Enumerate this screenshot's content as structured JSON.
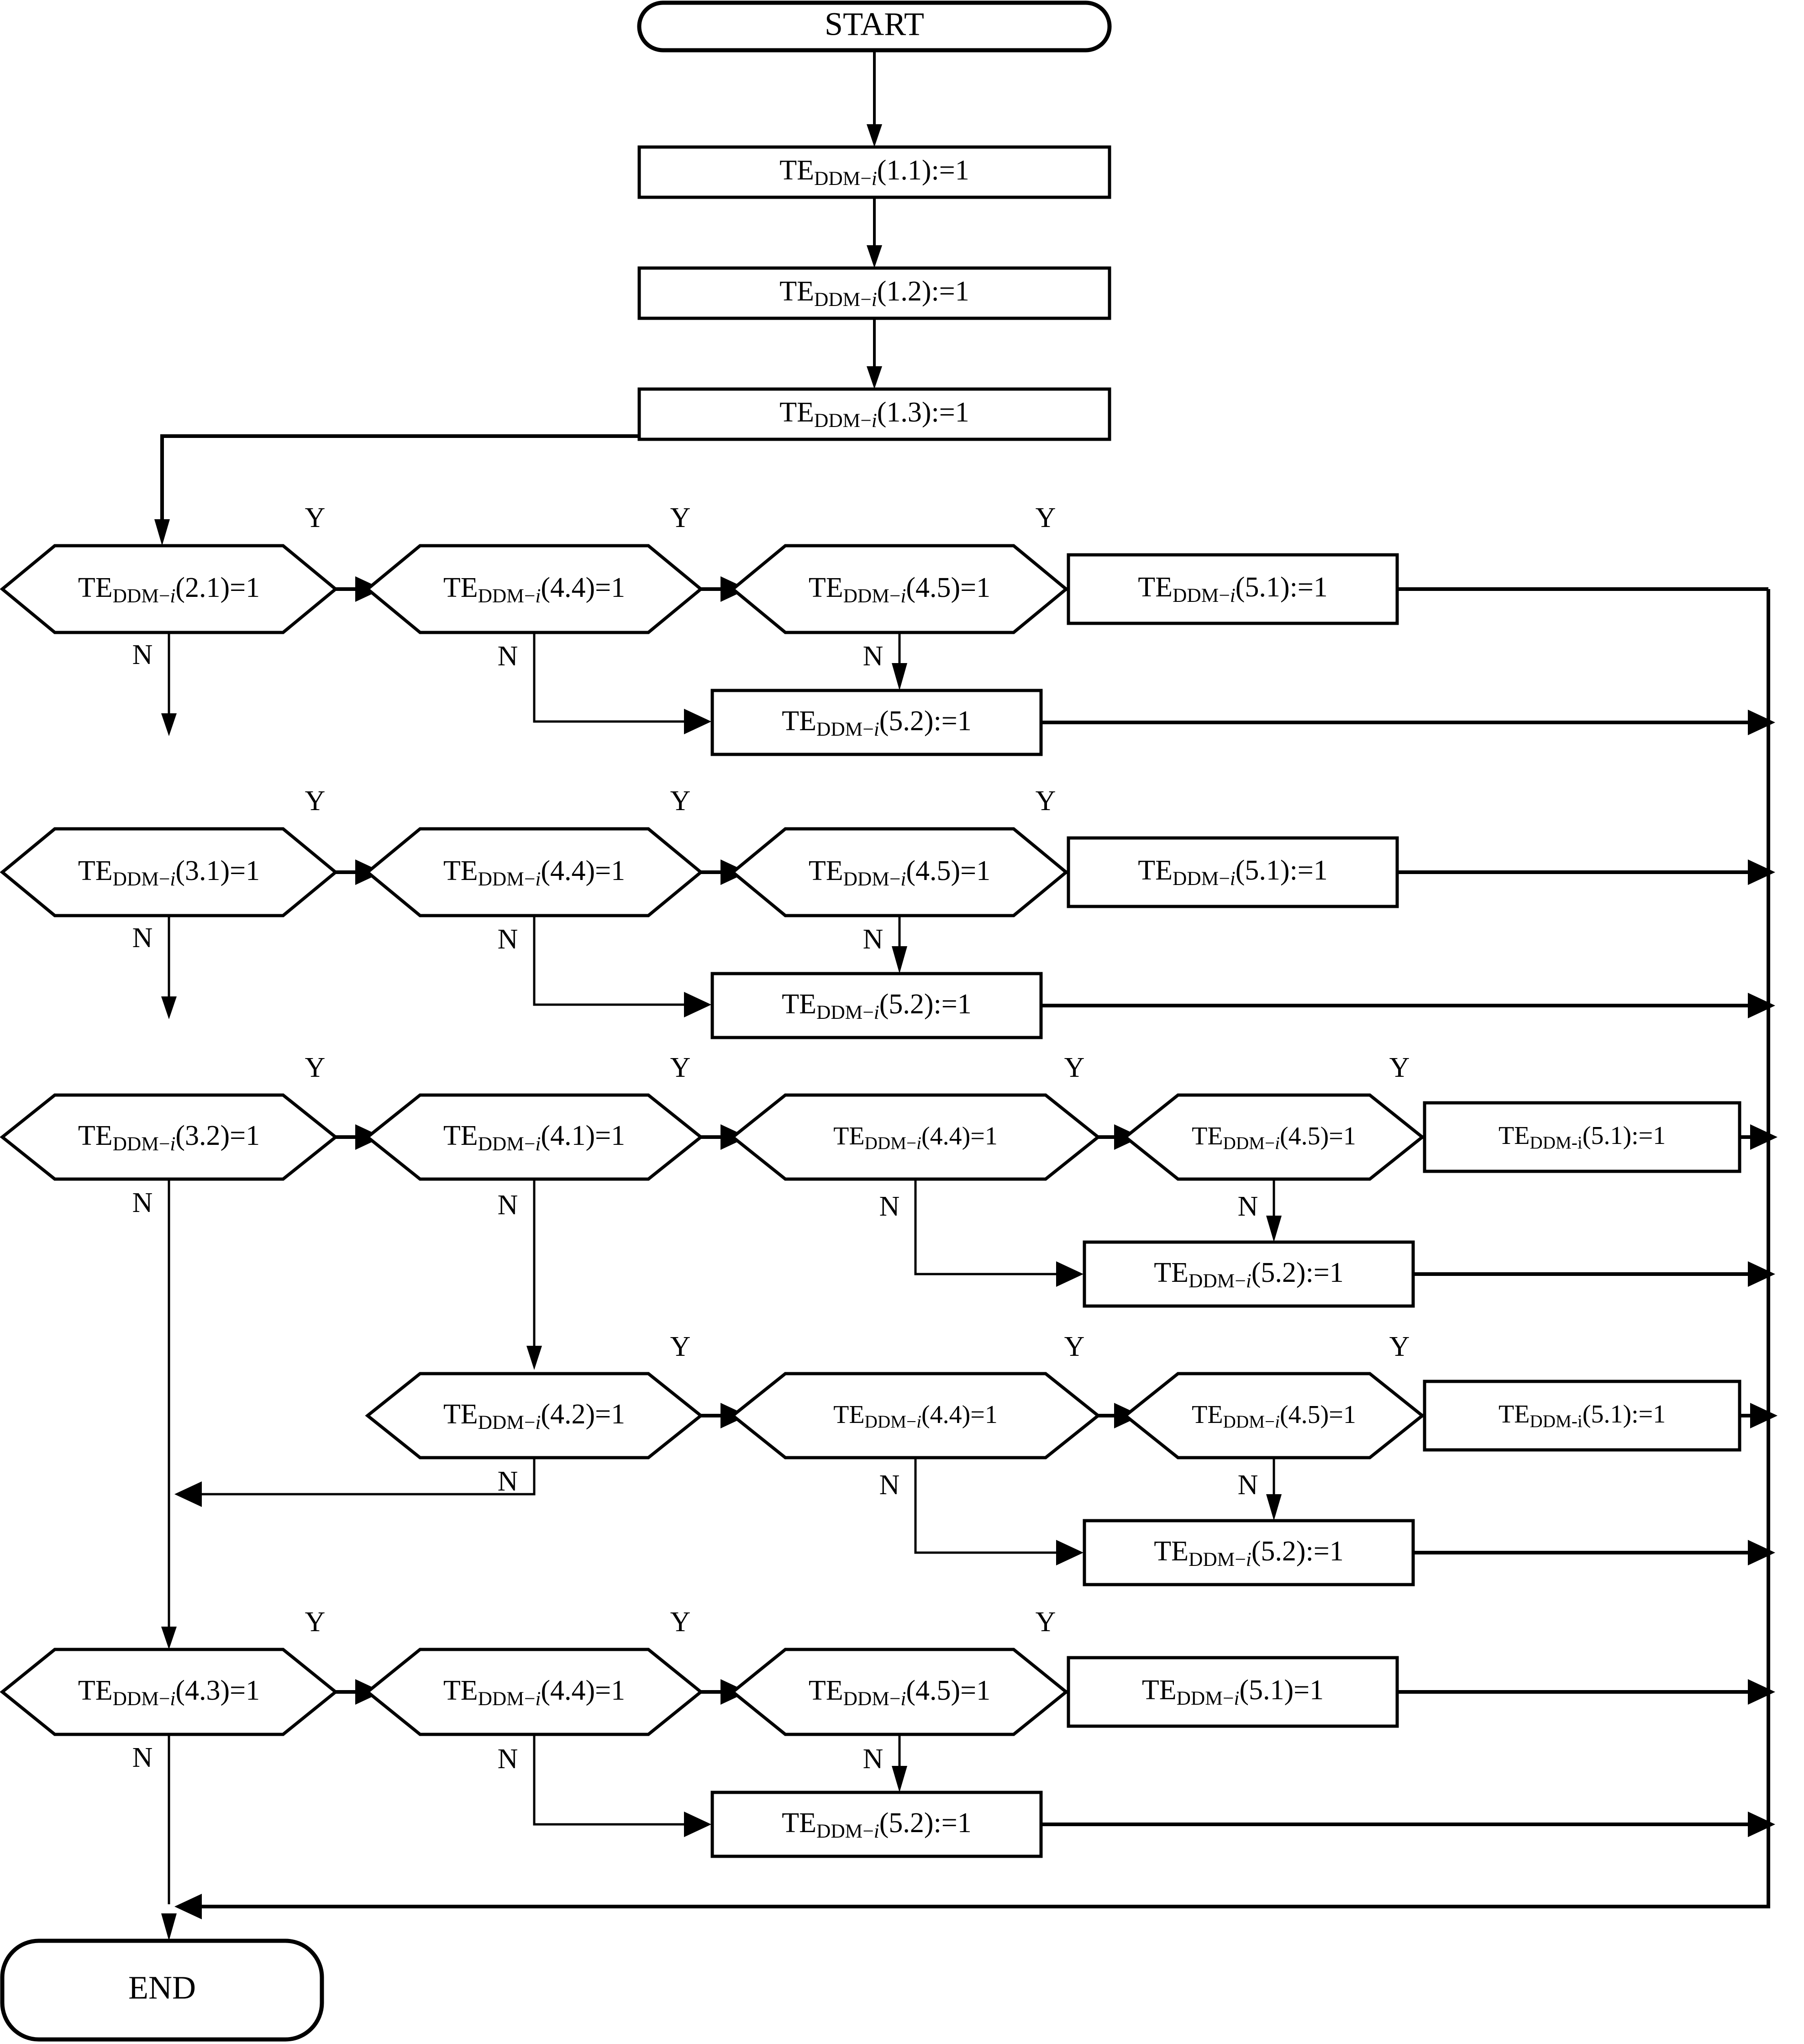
{
  "diagram": {
    "title": "TE-DDM-i decision procedure flowchart",
    "type": "flowchart",
    "colors": {
      "stroke": "#000000",
      "fill": "#ffffff",
      "text": "#000000"
    },
    "terminators": {
      "start": "START",
      "end": "END"
    },
    "branch_labels": {
      "yes": "Y",
      "no": "N"
    },
    "prefix": "TE",
    "subscript": "DDM−i",
    "init_steps": [
      {
        "id": "p11",
        "text": "TE_DDM-i(1.1):=1",
        "arg": "(1.1)",
        "op": ":=1",
        "sub_italic": true
      },
      {
        "id": "p12",
        "text": "TE_DDM-i(1.2):=1",
        "arg": "(1.2)",
        "op": ":=1",
        "sub_italic": true
      },
      {
        "id": "p13",
        "text": "TE_DDM-i(1.3):=1",
        "arg": "(1.3)",
        "op": ":=1",
        "sub_italic": true
      }
    ],
    "rows": [
      {
        "id": "row-2-1",
        "decisions": [
          {
            "id": "d21",
            "arg": "(2.1)",
            "op": "=1",
            "sub_italic": true
          },
          {
            "id": "d21-44",
            "arg": "(4.4)",
            "op": "=1",
            "sub_italic": true
          },
          {
            "id": "d21-45",
            "arg": "(4.5)",
            "op": "=1",
            "sub_italic": true
          }
        ],
        "yes_action": {
          "id": "a21-51",
          "arg": "(5.1)",
          "op": ":=1",
          "sub_italic": true
        },
        "no_action": {
          "id": "a21-52",
          "arg": "(5.2)",
          "op": ":=1",
          "sub_italic": true
        }
      },
      {
        "id": "row-3-1",
        "decisions": [
          {
            "id": "d31",
            "arg": "(3.1)",
            "op": "=1",
            "sub_italic": true
          },
          {
            "id": "d31-44",
            "arg": "(4.4)",
            "op": "=1",
            "sub_italic": true
          },
          {
            "id": "d31-45",
            "arg": "(4.5)",
            "op": "=1",
            "sub_italic": true
          }
        ],
        "yes_action": {
          "id": "a31-51",
          "arg": "(5.1)",
          "op": ":=1",
          "sub_italic": true
        },
        "no_action": {
          "id": "a31-52",
          "arg": "(5.2)",
          "op": ":=1",
          "sub_italic": true
        }
      },
      {
        "id": "row-3-2",
        "decisions": [
          {
            "id": "d32",
            "arg": "(3.2)",
            "op": "=1",
            "sub_italic": true
          },
          {
            "id": "d32-41",
            "arg": "(4.1)",
            "op": "=1",
            "sub_italic": true
          },
          {
            "id": "d32-44",
            "arg": "(4.4)",
            "op": "=1",
            "sub_italic": true
          },
          {
            "id": "d32-45",
            "arg": "(4.5)",
            "op": "=1",
            "sub_italic": true
          }
        ],
        "yes_action": {
          "id": "a32-51",
          "arg": "(5.1)",
          "op": ":=1",
          "sub_italic": false
        },
        "no_action": {
          "id": "a32-52",
          "arg": "(5.2)",
          "op": ":=1",
          "sub_italic": true
        }
      },
      {
        "id": "row-4-2",
        "decisions": [
          {
            "id": "d42",
            "arg": "(4.2)",
            "op": "=1",
            "sub_italic": true
          },
          {
            "id": "d42-44",
            "arg": "(4.4)",
            "op": "=1",
            "sub_italic": true
          },
          {
            "id": "d42-45",
            "arg": "(4.5)",
            "op": "=1",
            "sub_italic": true
          }
        ],
        "yes_action": {
          "id": "a42-51",
          "arg": "(5.1)",
          "op": ":=1",
          "sub_italic": false
        },
        "no_action": {
          "id": "a42-52",
          "arg": "(5.2)",
          "op": ":=1",
          "sub_italic": true
        }
      },
      {
        "id": "row-4-3",
        "decisions": [
          {
            "id": "d43",
            "arg": "(4.3)",
            "op": "=1",
            "sub_italic": true
          },
          {
            "id": "d43-44",
            "arg": "(4.4)",
            "op": "=1",
            "sub_italic": true
          },
          {
            "id": "d43-45",
            "arg": "(4.5)",
            "op": "=1",
            "sub_italic": true
          }
        ],
        "yes_action": {
          "id": "a43-51",
          "arg": "(5.1)",
          "op": "=1",
          "sub_italic": true
        },
        "no_action": {
          "id": "a43-52",
          "arg": "(5.2)",
          "op": ":=1",
          "sub_italic": true
        }
      }
    ]
  }
}
